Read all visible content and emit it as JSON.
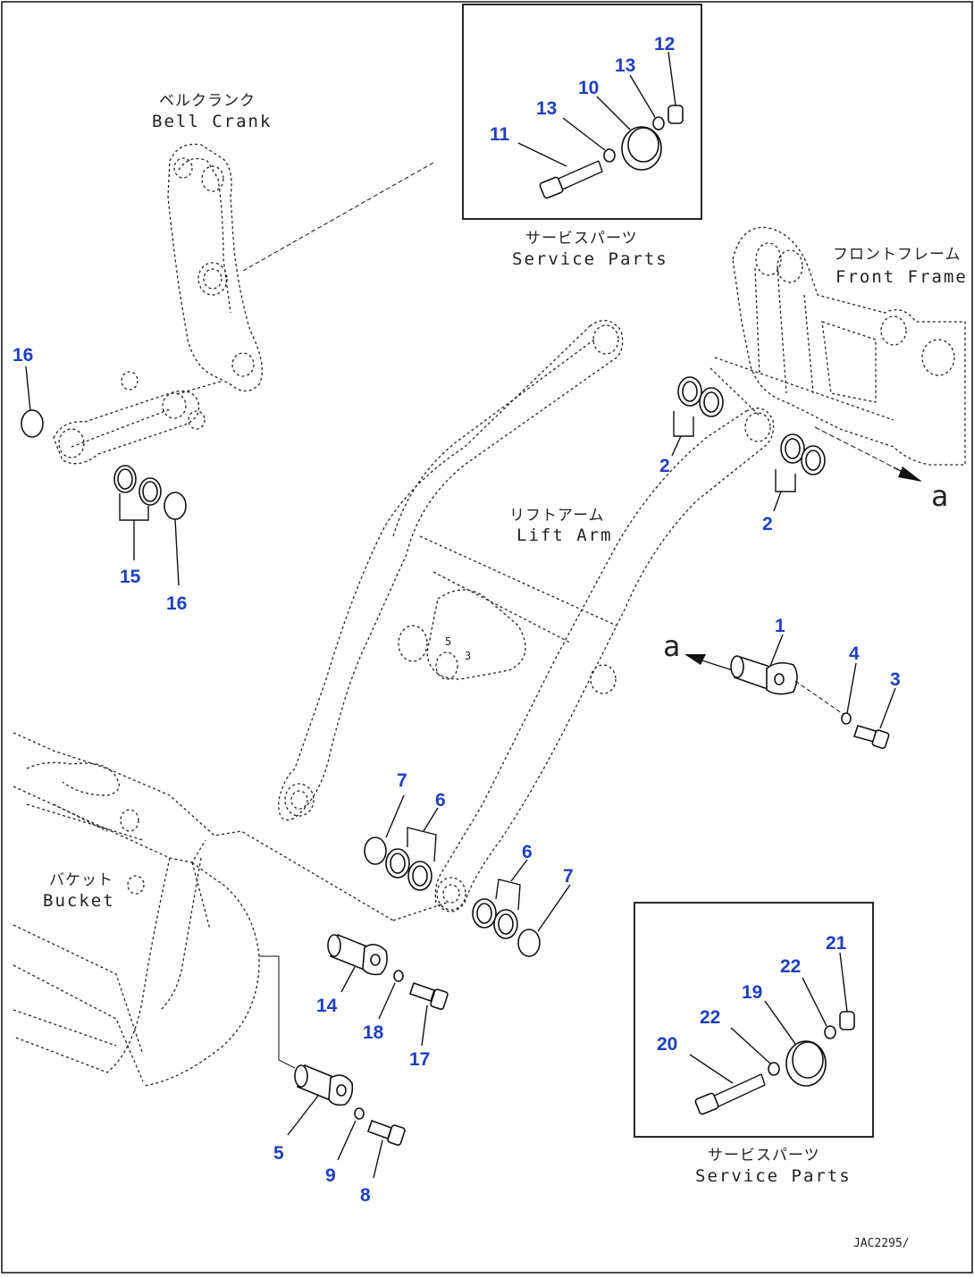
{
  "labels": {
    "bell_crank_jp": "ベルクランク",
    "bell_crank_en": "Bell Crank",
    "front_frame_jp": "フロントフレーム",
    "front_frame_en": "Front Frame",
    "lift_arm_jp": "リフトアーム",
    "lift_arm_en": "Lift Arm",
    "bucket_jp": "バケット",
    "bucket_en": "Bucket",
    "service_parts_jp": "サービスパーツ",
    "service_parts_en": "Service Parts",
    "arrow_a": "a",
    "figure_code": "JAC2295/",
    "small_3": "3",
    "small_5": "5"
  },
  "callouts": {
    "n1": "1",
    "n2": "2",
    "n3": "3",
    "n4": "4",
    "n5": "5",
    "n6": "6",
    "n7": "7",
    "n8": "8",
    "n9": "9",
    "n10": "10",
    "n11": "11",
    "n12": "12",
    "n13": "13",
    "n14": "14",
    "n15": "15",
    "n16": "16",
    "n17": "17",
    "n18": "18",
    "n19": "19",
    "n20": "20",
    "n21": "21",
    "n22": "22"
  },
  "colors": {
    "callout": "#1f3fbf",
    "line": "#111111"
  }
}
